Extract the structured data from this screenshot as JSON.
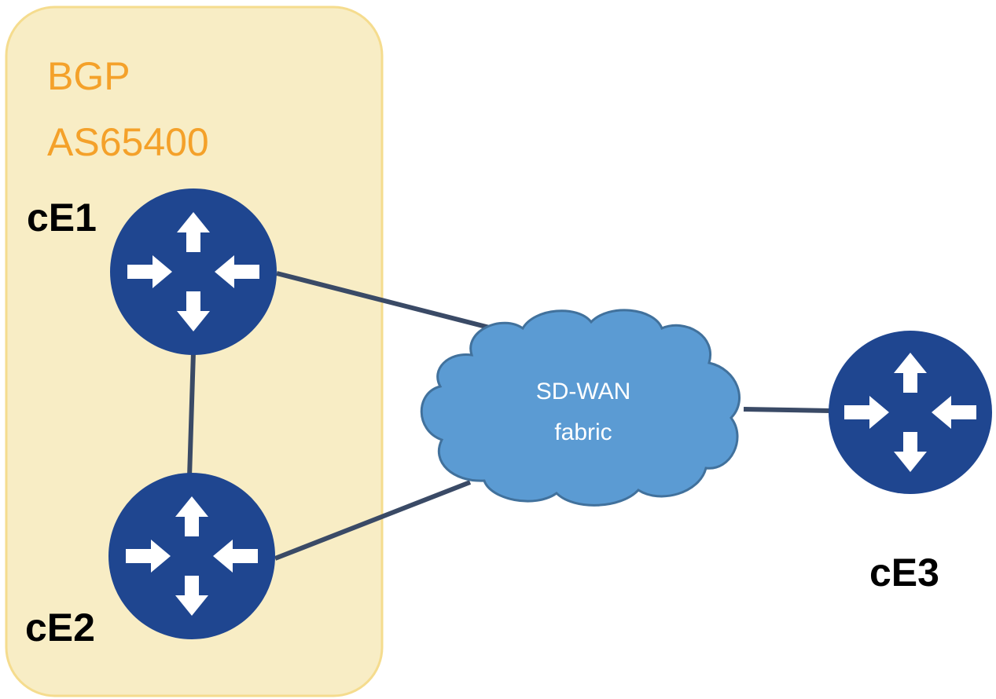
{
  "colors": {
    "as_zone_fill": "#f8edc5",
    "as_zone_stroke": "#f5dc8e",
    "as_text": "#f4a12a",
    "router_fill": "#1f4690",
    "cloud_fill": "#5b9bd3",
    "cloud_stroke": "#41719c",
    "link": "#3a4a66"
  },
  "as_zone": {
    "line1": "BGP",
    "line2": "AS65400"
  },
  "cloud": {
    "line1": "SD-WAN",
    "line2": "fabric"
  },
  "routers": [
    {
      "id": "ce1",
      "label": "cE1",
      "icon": "router-icon"
    },
    {
      "id": "ce2",
      "label": "cE2",
      "icon": "router-icon"
    },
    {
      "id": "ce3",
      "label": "cE3",
      "icon": "router-icon"
    }
  ],
  "links": [
    {
      "from": "cE1",
      "to": "cE2"
    },
    {
      "from": "cE1",
      "to": "SD-WAN fabric"
    },
    {
      "from": "cE2",
      "to": "SD-WAN fabric"
    },
    {
      "from": "SD-WAN fabric",
      "to": "cE3"
    }
  ]
}
